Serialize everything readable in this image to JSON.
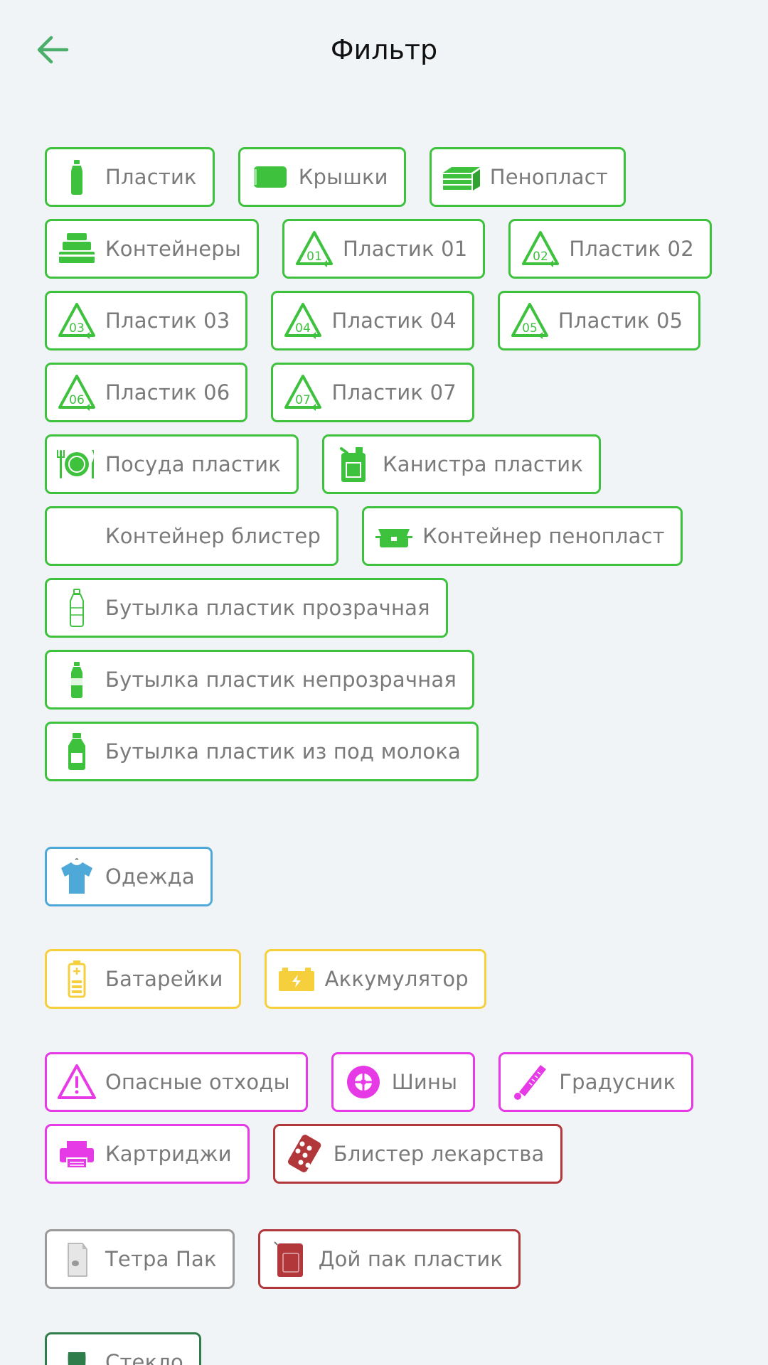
{
  "header": {
    "title": "Фильтр"
  },
  "colors": {
    "green": "#3ec23e",
    "blue": "#4ea9d8",
    "yellow": "#f5cf3c",
    "pink": "#e63ae6",
    "red": "#b2373b",
    "gray": "#9a9a9a",
    "dark_green": "#2e7d4a",
    "back_arrow": "#4cae6b",
    "background": "#f1f4f7"
  },
  "groups": [
    {
      "color": "green",
      "chips": [
        {
          "label": "Пластик",
          "icon": "plastic-bottle-icon"
        },
        {
          "label": "Крышки",
          "icon": "bottle-cap-icon"
        },
        {
          "label": "Пенопласт",
          "icon": "foam-sheets-icon"
        },
        {
          "label": "Контейнеры",
          "icon": "containers-stack-icon"
        },
        {
          "label": "Пластик 01",
          "icon": "recycle-01-icon"
        },
        {
          "label": "Пластик 02",
          "icon": "recycle-02-icon"
        },
        {
          "label": "Пластик 03",
          "icon": "recycle-03-icon"
        },
        {
          "label": "Пластик 04",
          "icon": "recycle-04-icon"
        },
        {
          "label": "Пластик 05",
          "icon": "recycle-05-icon"
        },
        {
          "label": "Пластик 06",
          "icon": "recycle-06-icon"
        },
        {
          "label": "Пластик 07",
          "icon": "recycle-07-icon"
        },
        {
          "label": "Посуда пластик",
          "icon": "plate-cutlery-icon"
        },
        {
          "label": "Канистра пластик",
          "icon": "canister-icon"
        },
        {
          "label": "Контейнер блистер",
          "icon": ""
        },
        {
          "label": "Контейнер пенопласт",
          "icon": "foam-container-icon"
        },
        {
          "label": "Бутылка пластик прозрачная",
          "icon": "clear-bottle-icon"
        },
        {
          "label": "Бутылка пластик непрозрачная",
          "icon": "opaque-bottle-icon"
        },
        {
          "label": "Бутылка пластик из под молока",
          "icon": "milk-bottle-icon"
        }
      ]
    },
    {
      "color": "blue",
      "chips": [
        {
          "label": "Одежда",
          "icon": "tshirt-icon"
        }
      ]
    },
    {
      "color": "yellow",
      "chips": [
        {
          "label": "Батарейки",
          "icon": "battery-icon"
        },
        {
          "label": "Аккумулятор",
          "icon": "car-battery-icon"
        }
      ]
    },
    {
      "color": "mixed",
      "chips": [
        {
          "label": "Опасные отходы",
          "icon": "warning-triangle-icon"
        },
        {
          "label": "Шины",
          "icon": "tire-icon"
        },
        {
          "label": "Градусник",
          "icon": "thermometer-icon"
        },
        {
          "label": "Картриджи",
          "icon": "printer-icon"
        },
        {
          "label": "Блистер лекарства",
          "icon": "pill-blister-icon"
        }
      ]
    },
    {
      "color": "mixed",
      "chips": [
        {
          "label": "Тетра Пак",
          "icon": "tetra-pak-icon"
        },
        {
          "label": "Дой пак пластик",
          "icon": "doypack-icon"
        }
      ]
    },
    {
      "color": "dark_green",
      "chips": [
        {
          "label": "Стекло",
          "icon": "glass-icon"
        }
      ]
    }
  ]
}
